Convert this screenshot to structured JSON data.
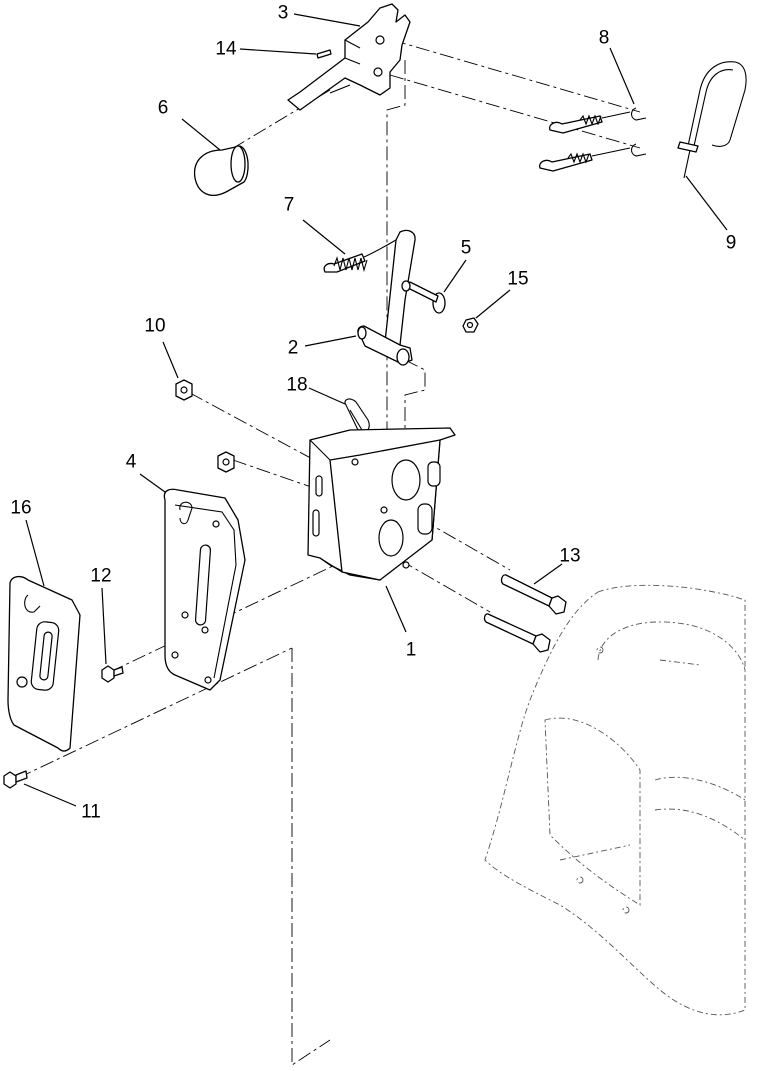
{
  "diagram": {
    "callouts": [
      {
        "id": "1",
        "label": "1"
      },
      {
        "id": "2",
        "label": "2"
      },
      {
        "id": "3",
        "label": "3"
      },
      {
        "id": "4",
        "label": "4"
      },
      {
        "id": "5",
        "label": "5"
      },
      {
        "id": "6",
        "label": "6"
      },
      {
        "id": "7",
        "label": "7"
      },
      {
        "id": "8",
        "label": "8"
      },
      {
        "id": "9",
        "label": "9"
      },
      {
        "id": "10",
        "label": "10"
      },
      {
        "id": "11",
        "label": "11"
      },
      {
        "id": "12",
        "label": "12"
      },
      {
        "id": "13",
        "label": "13"
      },
      {
        "id": "14",
        "label": "14"
      },
      {
        "id": "15",
        "label": "15"
      },
      {
        "id": "16",
        "label": "16"
      },
      {
        "id": "18",
        "label": "18"
      }
    ]
  }
}
